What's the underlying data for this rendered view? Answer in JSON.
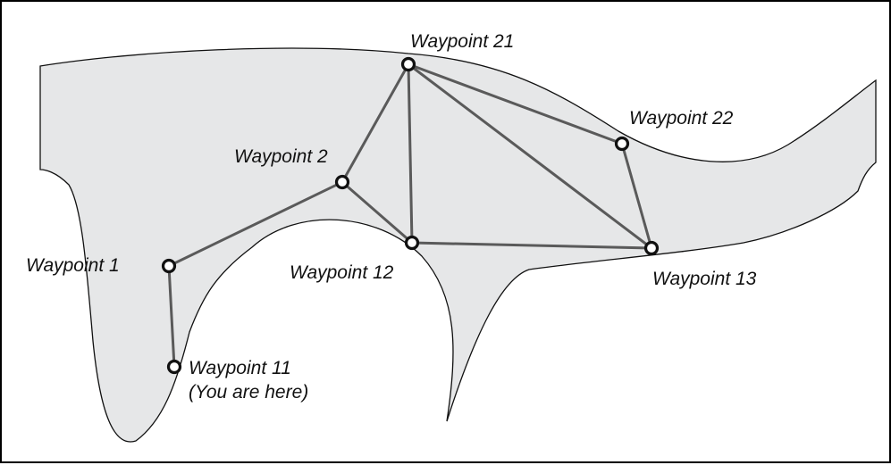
{
  "colors": {
    "region_fill": "#e6e7e8",
    "edge": "#5a5a5a",
    "node_stroke": "#111111",
    "frame": "#000000"
  },
  "waypoints": {
    "wp1": {
      "label": "Waypoint 1"
    },
    "wp2": {
      "label": "Waypoint 2"
    },
    "wp11": {
      "label": "Waypoint 11",
      "note": "(You are here)"
    },
    "wp12": {
      "label": "Waypoint 12"
    },
    "wp13": {
      "label": "Waypoint 13"
    },
    "wp21": {
      "label": "Waypoint 21"
    },
    "wp22": {
      "label": "Waypoint 22"
    }
  },
  "connections": [
    [
      "Waypoint 1",
      "Waypoint 11"
    ],
    [
      "Waypoint 1",
      "Waypoint 2"
    ],
    [
      "Waypoint 2",
      "Waypoint 21"
    ],
    [
      "Waypoint 2",
      "Waypoint 12"
    ],
    [
      "Waypoint 12",
      "Waypoint 21"
    ],
    [
      "Waypoint 12",
      "Waypoint 13"
    ],
    [
      "Waypoint 21",
      "Waypoint 13"
    ],
    [
      "Waypoint 21",
      "Waypoint 22"
    ],
    [
      "Waypoint 22",
      "Waypoint 13"
    ]
  ]
}
